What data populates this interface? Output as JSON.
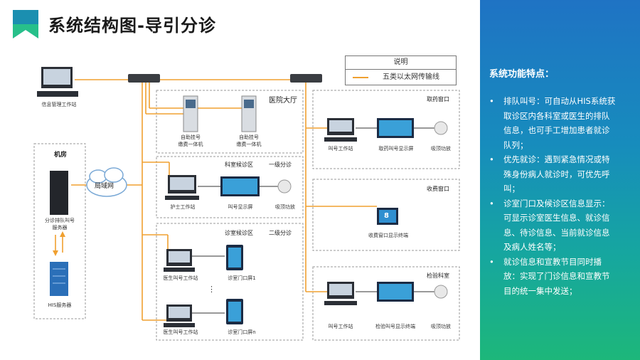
{
  "title": "系统结构图-导引分诊",
  "legend": {
    "header": "说明",
    "item": "五类以太网传输线"
  },
  "nodes": {
    "info_workstation": "信息管理工作站",
    "machine_room": "机房",
    "queue_server": "分诊排队叫号\n服务器",
    "his_server": "HIS服务器",
    "lan": "局域网",
    "hospital_hall": "医院大厅",
    "kiosk1": "自助挂号\n缴费一体机",
    "kiosk2": "自助挂号\n缴费一体机",
    "dept_waiting": "科室候诊区",
    "level1": "一级分诊",
    "nurse_ws": "护士工作站",
    "call_screen": "叫号显示屏",
    "ceiling_amp1": "吸顶功放",
    "clinic_waiting": "诊室候诊区",
    "level2": "二级分诊",
    "doctor_ws1": "医生叫号工作站",
    "door_screen1": "诊室门口屏1",
    "doctor_ws2": "医生叫号工作站",
    "door_screen_n": "诊室门口屏n",
    "pharmacy": "取药窗口",
    "call_ws1": "叫号工作站",
    "pharmacy_screen": "取药叫号显示屏",
    "ceiling_amp2": "吸顶功放",
    "cashier": "收费窗口",
    "cashier_terminal": "收费窗口显示终端",
    "cashier_number": "8",
    "lab": "检验科室",
    "call_ws2": "叫号工作站",
    "lab_terminal": "检验叫号显示终端",
    "ceiling_amp3": "吸顶功放"
  },
  "panel": {
    "title": "系统功能特点：",
    "items": [
      "排队叫号：可自动从HIS系统获取诊区内各科室或医生的排队信息，也可手工增加患者就诊队列；",
      "优先就诊：遇到紧急情况或特殊身份病人就诊时，可优先呼叫；",
      "诊室门口及候诊区信息显示：可显示诊室医生信息、就诊信息、待诊信息、当前就诊信息及病人姓名等；",
      "就诊信息和宣教节目同时播放：实现了门诊信息和宣教节目的统一集中发送；"
    ],
    "bullet": "•"
  },
  "colors": {
    "line": "#f0a030",
    "panel_top": "#1f73c4",
    "panel_bottom": "#1db77a"
  }
}
